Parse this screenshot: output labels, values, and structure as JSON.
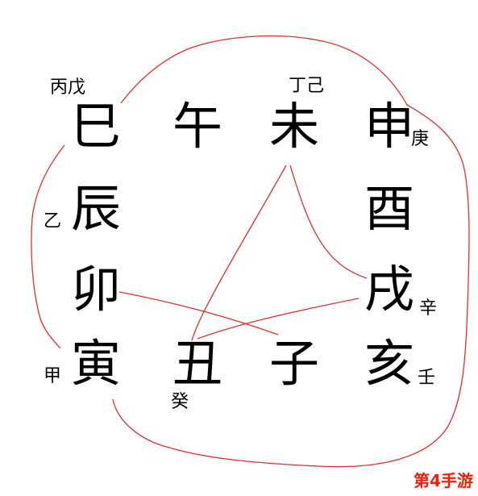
{
  "branches": {
    "si": "巳",
    "wu": "午",
    "wei": "未",
    "shen": "申",
    "chen": "辰",
    "you": "酉",
    "mao": "卯",
    "xu": "戌",
    "yin": "寅",
    "chou": "丑",
    "zi": "子",
    "hai": "亥"
  },
  "stems": {
    "si": "丙戊",
    "wei": "丁己",
    "shen": "庚",
    "chen": "乙",
    "xu": "辛",
    "yin": "甲",
    "chou": "癸",
    "hai": "壬"
  },
  "colors": {
    "ink": "#000000",
    "stroke": "#e03030",
    "watermark": "#e8220a"
  },
  "watermark": "第4手游"
}
